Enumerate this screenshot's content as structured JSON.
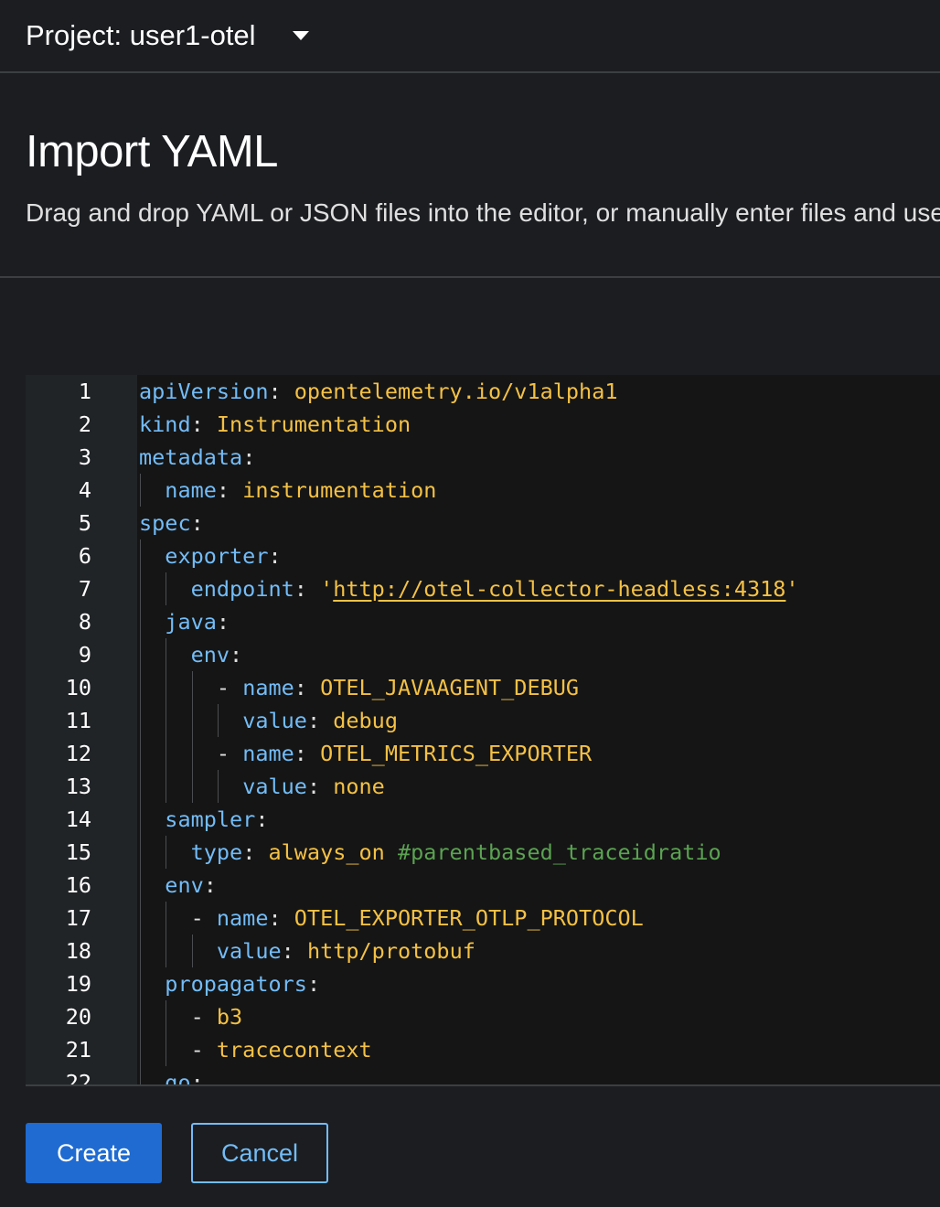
{
  "project": {
    "label": "Project: user1-otel"
  },
  "page": {
    "title": "Import YAML",
    "description": "Drag and drop YAML or JSON files into the editor, or manually enter files and use"
  },
  "editor": {
    "language": "yaml",
    "lines": [
      [
        [
          "k",
          "apiVersion"
        ],
        [
          "p",
          ": "
        ],
        [
          "v",
          "opentelemetry.io/v1alpha1"
        ]
      ],
      [
        [
          "k",
          "kind"
        ],
        [
          "p",
          ": "
        ],
        [
          "v",
          "Instrumentation"
        ]
      ],
      [
        [
          "k",
          "metadata"
        ],
        [
          "p",
          ":"
        ]
      ],
      [
        [
          "p",
          "  "
        ],
        [
          "k",
          "name"
        ],
        [
          "p",
          ": "
        ],
        [
          "v",
          "instrumentation"
        ]
      ],
      [
        [
          "k",
          "spec"
        ],
        [
          "p",
          ":"
        ]
      ],
      [
        [
          "p",
          "  "
        ],
        [
          "k",
          "exporter"
        ],
        [
          "p",
          ":"
        ]
      ],
      [
        [
          "p",
          "    "
        ],
        [
          "k",
          "endpoint"
        ],
        [
          "p",
          ": "
        ],
        [
          "v",
          "'"
        ],
        [
          "vu",
          "http://otel-collector-headless:4318"
        ],
        [
          "v",
          "'"
        ]
      ],
      [
        [
          "p",
          "  "
        ],
        [
          "k",
          "java"
        ],
        [
          "p",
          ":"
        ]
      ],
      [
        [
          "p",
          "    "
        ],
        [
          "k",
          "env"
        ],
        [
          "p",
          ":"
        ]
      ],
      [
        [
          "p",
          "      - "
        ],
        [
          "k",
          "name"
        ],
        [
          "p",
          ": "
        ],
        [
          "v",
          "OTEL_JAVAAGENT_DEBUG"
        ]
      ],
      [
        [
          "p",
          "        "
        ],
        [
          "k",
          "value"
        ],
        [
          "p",
          ": "
        ],
        [
          "v",
          "debug"
        ]
      ],
      [
        [
          "p",
          "      - "
        ],
        [
          "k",
          "name"
        ],
        [
          "p",
          ": "
        ],
        [
          "v",
          "OTEL_METRICS_EXPORTER"
        ]
      ],
      [
        [
          "p",
          "        "
        ],
        [
          "k",
          "value"
        ],
        [
          "p",
          ": "
        ],
        [
          "v",
          "none"
        ]
      ],
      [
        [
          "p",
          "  "
        ],
        [
          "k",
          "sampler"
        ],
        [
          "p",
          ":"
        ]
      ],
      [
        [
          "p",
          "    "
        ],
        [
          "k",
          "type"
        ],
        [
          "p",
          ": "
        ],
        [
          "v",
          "always_on "
        ],
        [
          "c",
          "#parentbased_traceidratio"
        ]
      ],
      [
        [
          "p",
          "  "
        ],
        [
          "k",
          "env"
        ],
        [
          "p",
          ":"
        ]
      ],
      [
        [
          "p",
          "    - "
        ],
        [
          "k",
          "name"
        ],
        [
          "p",
          ": "
        ],
        [
          "v",
          "OTEL_EXPORTER_OTLP_PROTOCOL"
        ]
      ],
      [
        [
          "p",
          "      "
        ],
        [
          "k",
          "value"
        ],
        [
          "p",
          ": "
        ],
        [
          "v",
          "http/protobuf"
        ]
      ],
      [
        [
          "p",
          "  "
        ],
        [
          "k",
          "propagators"
        ],
        [
          "p",
          ":"
        ]
      ],
      [
        [
          "p",
          "    - "
        ],
        [
          "v",
          "b3"
        ]
      ],
      [
        [
          "p",
          "    - "
        ],
        [
          "v",
          "tracecontext"
        ]
      ],
      [
        [
          "p",
          "  "
        ],
        [
          "k",
          "go"
        ],
        [
          "p",
          ":"
        ]
      ]
    ],
    "colors": {
      "key": "#73bcf7",
      "value": "#f4c145",
      "comment": "#5ba352",
      "punct": "#e0e0e0"
    }
  },
  "actions": {
    "create_label": "Create",
    "cancel_label": "Cancel"
  }
}
